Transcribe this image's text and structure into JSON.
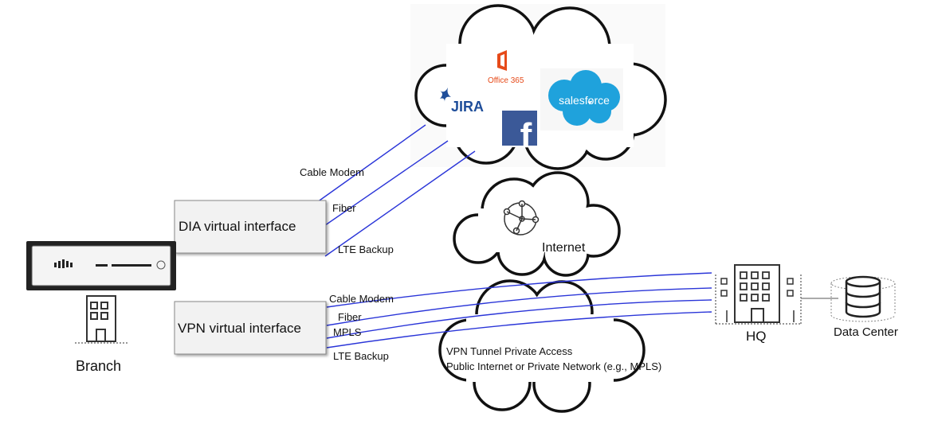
{
  "branch": {
    "label": "Branch",
    "dia_interface": "DIA virtual interface",
    "vpn_interface": "VPN virtual interface"
  },
  "dia_links": [
    "Cable Modem",
    "Fiber",
    "LTE Backup"
  ],
  "vpn_links": [
    "Cable Modem",
    "Fiber",
    "MPLS",
    "LTE Backup"
  ],
  "saas_cloud": {
    "apps": {
      "office": "Office 365",
      "jira": "JIRA",
      "salesforce": "salesforce",
      "facebook": "f"
    }
  },
  "internet_cloud": {
    "label": "Internet"
  },
  "vpn_cloud": {
    "line1": "VPN Tunnel Private Access",
    "line2": "Public Internet or Private Network (e.g., MPLS)"
  },
  "hq": {
    "label": "HQ"
  },
  "data_center": {
    "label": "Data Center"
  },
  "colors": {
    "link": "#2a35d8",
    "office": "#e64a19",
    "jira": "#1f4e9a",
    "salesforce": "#1fa2dc",
    "facebook": "#3b5998",
    "box_fill": "#f2f2f2",
    "box_stroke": "#888888"
  },
  "icons": [
    "appliance-icon",
    "building-icon",
    "globe-icon",
    "database-icon"
  ]
}
